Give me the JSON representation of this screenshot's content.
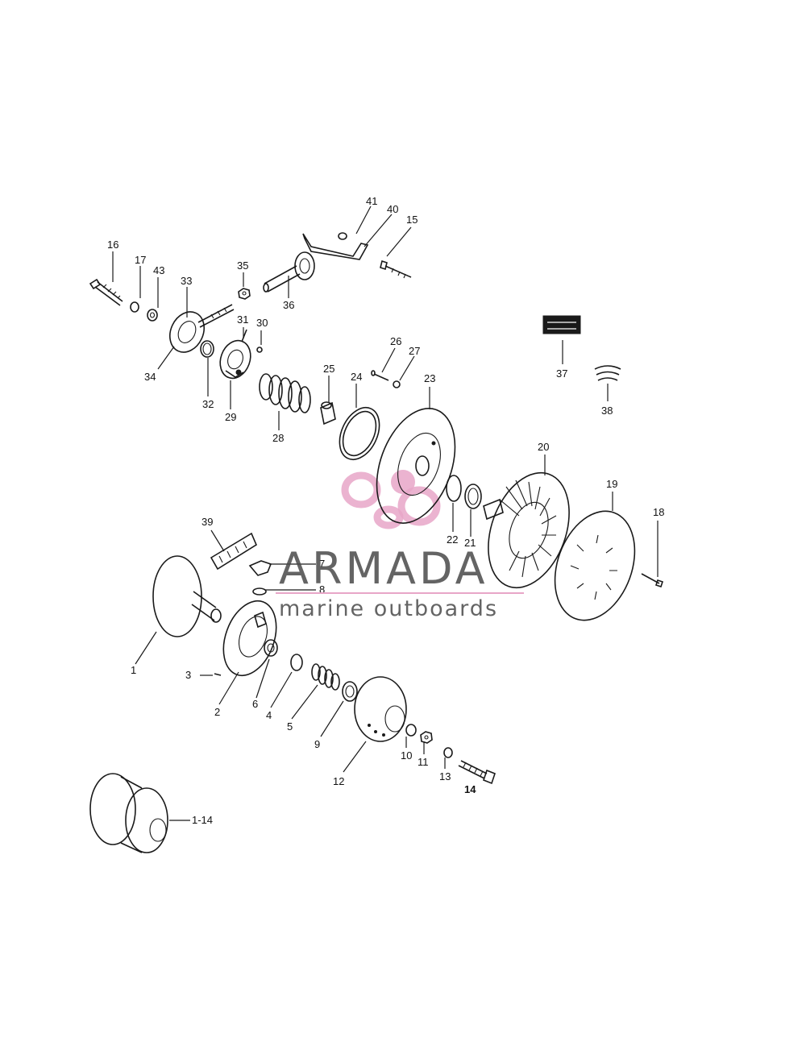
{
  "watermark": {
    "brand": "ARMADA",
    "tagline": "marine outboards",
    "accent_color": "#e8a6c8"
  },
  "callouts": {
    "c1": "1",
    "c2": "2",
    "c3": "3",
    "c4": "4",
    "c5": "5",
    "c6": "6",
    "c7": "7",
    "c8": "8",
    "c9": "9",
    "c10": "10",
    "c11": "11",
    "c12": "12",
    "c13": "13",
    "c14": "14",
    "c15": "15",
    "c16": "16",
    "c17": "17",
    "c18": "18",
    "c19": "19",
    "c20": "20",
    "c21": "21",
    "c22": "22",
    "c23": "23",
    "c24": "24",
    "c25": "25",
    "c26": "26",
    "c27": "27",
    "c28": "28",
    "c29": "29",
    "c30": "30",
    "c31": "31",
    "c32": "32",
    "c33": "33",
    "c34": "34",
    "c35": "35",
    "c36": "36",
    "c37": "37",
    "c38": "38",
    "c39": "39",
    "c40": "40",
    "c41": "41",
    "c43": "43",
    "c114": "1-14"
  }
}
